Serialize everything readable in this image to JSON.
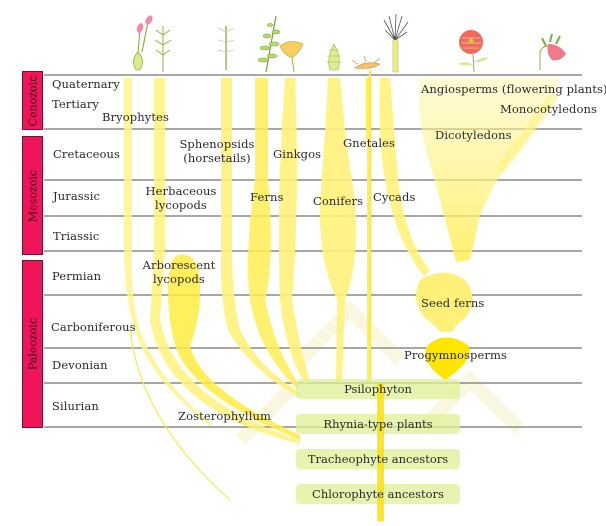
{
  "eras": [
    {
      "name": "Cenozoic"
    },
    {
      "name": "Mesozoic"
    },
    {
      "name": "Paleozoic"
    }
  ],
  "periods": [
    {
      "name": "Quaternary"
    },
    {
      "name": "Tertiary"
    },
    {
      "name": "Cretaceous"
    },
    {
      "name": "Jurassic"
    },
    {
      "name": "Triassic"
    },
    {
      "name": "Permian"
    },
    {
      "name": "Carboniferous"
    },
    {
      "name": "Devonian"
    },
    {
      "name": "Silurian"
    }
  ],
  "groups": {
    "bryophytes": "Bryophytes",
    "sphenopsids_1": "Sphenopsids",
    "sphenopsids_2": "(horsetails)",
    "ginkgos": "Ginkgos",
    "gnetales": "Gnetales",
    "herbaceous_1": "Herbaceous",
    "herbaceous_2": "lycopods",
    "ferns": "Ferns",
    "conifers": "Conifers",
    "cycads": "Cycads",
    "arborescent_1": "Arborescent",
    "arborescent_2": "lycopods",
    "angiosperms": "Angiosperms (flowering plants)",
    "monocots": "Monocotyledons",
    "dicots": "Dicotyledons",
    "seed_ferns": "Seed ferns",
    "progymnosperms": "Progymnosperms",
    "zosterophyllum": "Zosterophyllum"
  },
  "ancestors": [
    {
      "name": "Psilophyton"
    },
    {
      "name": "Rhynia-type plants"
    },
    {
      "name": "Tracheophyte ancestors"
    },
    {
      "name": "Chlorophyte ancestors"
    }
  ],
  "colors": {
    "era_fill": "#f0145a",
    "branch": "#fff27a",
    "branch_strong": "#ffe600",
    "ancestor_box": "#def096",
    "grid": "#8a8a8a"
  },
  "icons": [
    "moss-icon",
    "horsetail-icon",
    "fern-icon",
    "ginkgo-leaf-icon",
    "cone-icon",
    "cycad-icon",
    "palm-icon",
    "poppy-flower-icon",
    "bell-flower-icon"
  ]
}
